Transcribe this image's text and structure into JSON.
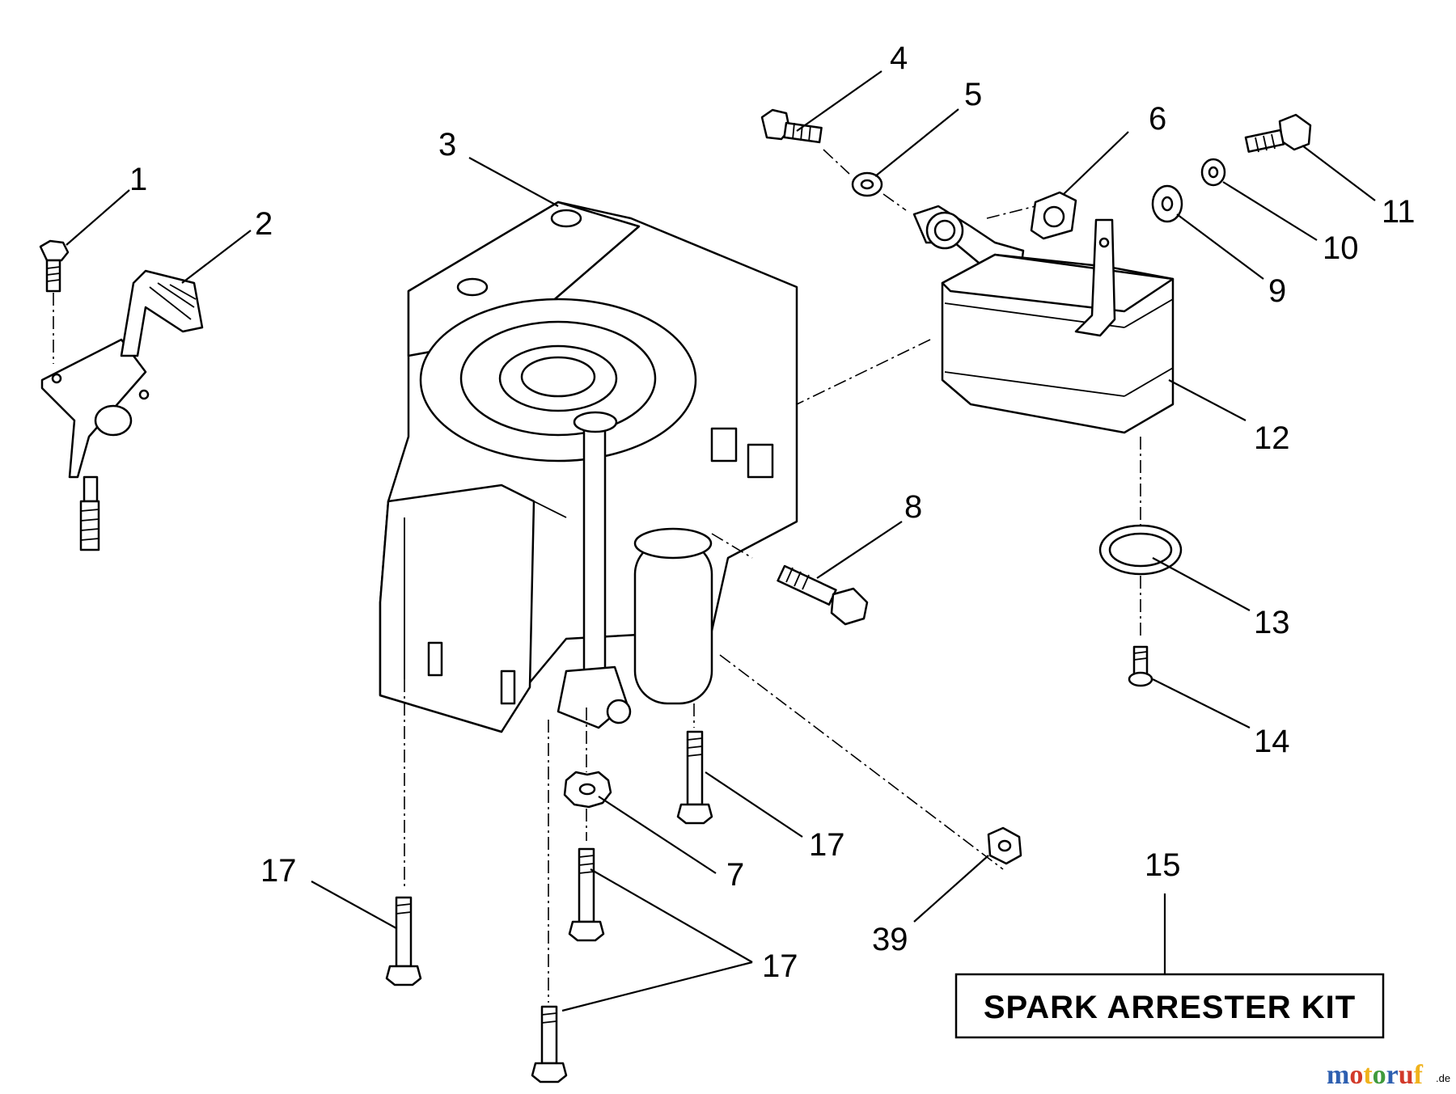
{
  "callouts": {
    "c1": "1",
    "c2": "2",
    "c3": "3",
    "c4": "4",
    "c5": "5",
    "c6": "6",
    "c7": "7",
    "c8": "8",
    "c9": "9",
    "c10": "10",
    "c11": "11",
    "c12": "12",
    "c13": "13",
    "c14": "14",
    "c15": "15",
    "c17a": "17",
    "c17b": "17",
    "c17c": "17",
    "c39": "39"
  },
  "kit_label": "SPARK ARRESTER KIT",
  "watermark": {
    "brand": "motoruf",
    "tld": ".de",
    "colors": [
      "#2e5fb0",
      "#d23a2a",
      "#f0b21c",
      "#3f9a3c"
    ]
  }
}
